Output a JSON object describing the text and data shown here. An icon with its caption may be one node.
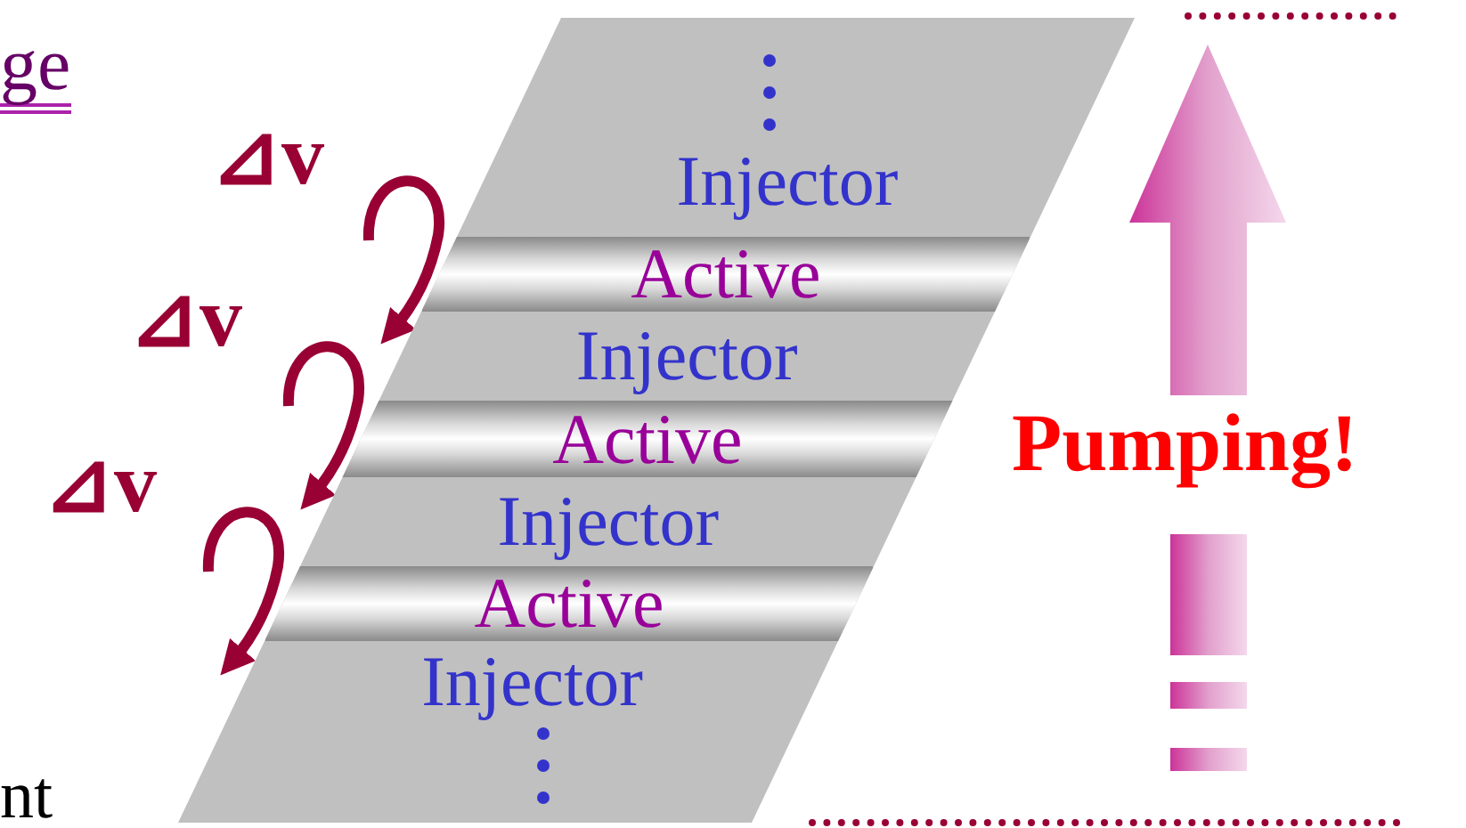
{
  "diagram": {
    "nodes": [
      {
        "text": [],
        "shape": "box"
      },
      {
        "text": [
          "Injector"
        ],
        "in": 0
      },
      {
        "text": [
          "Active"
        ],
        "in": 0
      },
      {
        "text": [
          "Injector"
        ],
        "in": 0
      },
      {
        "text": [
          "Active"
        ],
        "in": 0
      },
      {
        "text": [
          "Injector"
        ],
        "in": 0
      },
      {
        "text": [
          "Active"
        ],
        "in": 0
      },
      {
        "text": [
          "Injector"
        ],
        "in": 0
      }
    ],
    "labels": [
      "ge",
      "⊿v",
      "⊿v",
      "⊿v",
      "Pumping!",
      "nt"
    ]
  }
}
